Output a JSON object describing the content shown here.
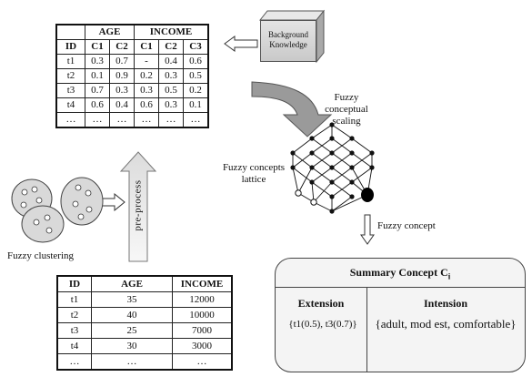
{
  "top_table": {
    "group_headers": [
      "",
      "AGE",
      "INCOME"
    ],
    "sub_headers": [
      "ID",
      "C1",
      "C2",
      "C1",
      "C2",
      "C3"
    ],
    "rows": [
      [
        "t1",
        "0.3",
        "0.7",
        "-",
        "0.4",
        "0.6"
      ],
      [
        "t2",
        "0.1",
        "0.9",
        "0.2",
        "0.3",
        "0.5"
      ],
      [
        "t3",
        "0.7",
        "0.3",
        "0.3",
        "0.5",
        "0.2"
      ],
      [
        "t4",
        "0.6",
        "0.4",
        "0.6",
        "0.3",
        "0.1"
      ],
      [
        "…",
        "…",
        "…",
        "…",
        "…",
        "…"
      ]
    ]
  },
  "background_knowledge": {
    "line1": "Background",
    "line2": "Knowledge"
  },
  "labels": {
    "fuzzy_conceptual_scaling_1": "Fuzzy conceptual",
    "fuzzy_conceptual_scaling_2": "scaling",
    "fuzzy_concepts_lattice_1": "Fuzzy concepts",
    "fuzzy_concepts_lattice_2": "lattice",
    "fuzzy_concept": "Fuzzy concept",
    "fuzzy_clustering": "Fuzzy clustering",
    "preprocess": "pre-process"
  },
  "bottom_table": {
    "headers": [
      "ID",
      "AGE",
      "INCOME"
    ],
    "rows": [
      [
        "t1",
        "35",
        "12000"
      ],
      [
        "t2",
        "40",
        "10000"
      ],
      [
        "t3",
        "25",
        "7000"
      ],
      [
        "t4",
        "30",
        "3000"
      ],
      [
        "…",
        "…",
        "…"
      ]
    ]
  },
  "summary": {
    "title": "Summary Concept C",
    "title_sub": "i",
    "extension_label": "Extension",
    "intension_label": "Intension",
    "extension_value": "{t1(0.5), t3(0.7)}",
    "intension_value": "{adult, mod est, comfortable}"
  },
  "colors": {
    "arrow_fill": "#9a9a9a",
    "box_fill": "#d0d0d0",
    "selected_node": "#000000"
  }
}
